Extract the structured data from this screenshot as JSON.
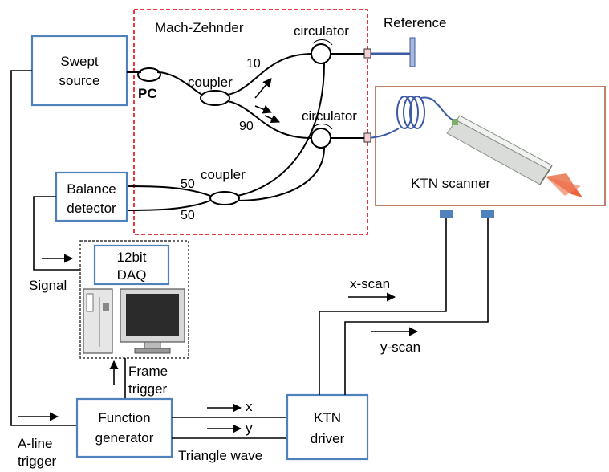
{
  "labels": {
    "mach_zehnder": "Mach-Zehnder",
    "swept_source_line1": "Swept",
    "swept_source_line2": "source",
    "pc": "PC",
    "coupler_top": "coupler",
    "coupler_bottom": "coupler",
    "ratio_10": "10",
    "ratio_90": "90",
    "ratio_50_top": "50",
    "ratio_50_bottom": "50",
    "circulator_top": "circulator",
    "circulator_bottom": "circulator",
    "reference": "Reference",
    "ktn_scanner": "KTN scanner",
    "balance_detector_line1": "Balance",
    "balance_detector_line2": "detector",
    "daq_line1": "12bit",
    "daq_line2": "DAQ",
    "signal": "Signal",
    "x_scan": "x-scan",
    "y_scan": "y-scan",
    "frame_trigger_line1": "Frame",
    "frame_trigger_line2": "trigger",
    "function_generator_line1": "Function",
    "function_generator_line2": "generator",
    "x": "x",
    "y": "y",
    "triangle_wave": "Triangle wave",
    "ktn_driver_line1": "KTN",
    "ktn_driver_line2": "driver",
    "a_line_trigger_line1": "A-line",
    "a_line_trigger_line2": "trigger"
  },
  "colors": {
    "box_border": "#4f81bd",
    "mz_border": "#e8202a",
    "scanner_border": "#c0806a",
    "fiber_blue": "#3c5aa6",
    "beam": "#e8552a"
  }
}
